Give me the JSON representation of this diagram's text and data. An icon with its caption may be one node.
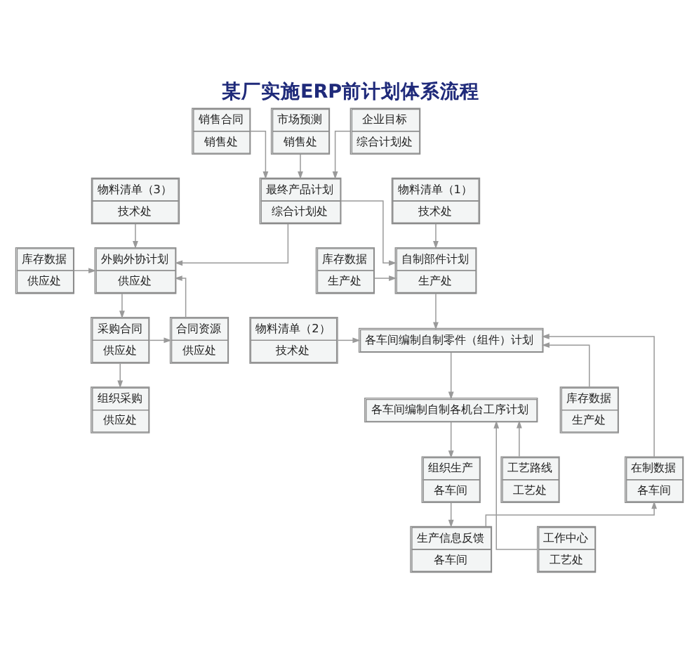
{
  "diagram": {
    "title": "某厂实施ERP前计划体系流程",
    "nodes": [
      {
        "text": [
          "销售合同",
          "销售处"
        ]
      },
      {
        "text": [
          "市场预测",
          "销售处"
        ]
      },
      {
        "text": [
          "企业目标",
          "综合计划处"
        ]
      },
      {
        "text": [
          "最终产品计划",
          "综合计划处"
        ]
      },
      {
        "text": [
          "物料清单（3）",
          "技术处"
        ]
      },
      {
        "text": [
          "物料清单（1）",
          "技术处"
        ]
      },
      {
        "text": [
          "库存数据",
          "供应处"
        ]
      },
      {
        "text": [
          "外购外协计划",
          "供应处"
        ]
      },
      {
        "text": [
          "自制部件计划",
          "生产处"
        ]
      },
      {
        "text": [
          "库存数据",
          "生产处"
        ]
      },
      {
        "text": [
          "合同资源",
          "供应处"
        ]
      },
      {
        "text": [
          "采购合同",
          "供应处"
        ]
      },
      {
        "text": [
          "各车间编制自制零件（组件）计划"
        ]
      },
      {
        "text": [
          "物料清单（2）",
          "技术处"
        ]
      },
      {
        "text": [
          "组织采购",
          "供应处"
        ]
      },
      {
        "text": [
          "各车间编制自制各机台工序计划"
        ]
      },
      {
        "text": [
          "库存数据",
          "生产处"
        ]
      },
      {
        "text": [
          "工艺路线",
          "工艺处"
        ]
      },
      {
        "text": [
          "组织生产",
          "各车间"
        ]
      },
      {
        "text": [
          "在制数据",
          "各车间"
        ]
      },
      {
        "text": [
          "生产信息反馈",
          "各车间"
        ]
      },
      {
        "text": [
          "工作中心",
          "工艺处"
        ]
      }
    ],
    "edges": [
      {
        "from": 0,
        "to": 3,
        "arrow": "to"
      },
      {
        "from": 1,
        "to": 3,
        "arrow": "to"
      },
      {
        "from": 2,
        "to": 3,
        "arrow": "to"
      },
      {
        "from": 3,
        "to": 7,
        "arrow": "to"
      },
      {
        "from": 3,
        "to": 8,
        "arrow": "to"
      },
      {
        "from": 4,
        "to": 7,
        "arrow": "to"
      },
      {
        "from": 6,
        "to": 7,
        "arrow": "to"
      },
      {
        "from": 5,
        "to": 8,
        "arrow": "to"
      },
      {
        "from": 9,
        "to": 8,
        "arrow": "to"
      },
      {
        "from": 7,
        "to": 11,
        "arrow": "to"
      },
      {
        "from": 11,
        "to": 10,
        "arrow": "to"
      },
      {
        "from": 10,
        "to": 7,
        "arrow": "to"
      },
      {
        "from": 11,
        "to": 14,
        "arrow": "to"
      },
      {
        "from": 8,
        "to": 12,
        "arrow": "to"
      },
      {
        "from": 13,
        "to": 12,
        "arrow": "to"
      },
      {
        "from": 16,
        "to": 12,
        "arrow": "to"
      },
      {
        "from": 19,
        "to": 12,
        "arrow": "to"
      },
      {
        "from": 12,
        "to": 15,
        "arrow": "to"
      },
      {
        "from": 17,
        "to": 15,
        "arrow": "to"
      },
      {
        "from": 21,
        "to": 15,
        "arrow": "to"
      },
      {
        "from": 15,
        "to": 18,
        "arrow": "to"
      },
      {
        "from": 18,
        "to": 20,
        "arrow": "to"
      },
      {
        "from": 20,
        "to": 19,
        "arrow": "to"
      }
    ]
  }
}
